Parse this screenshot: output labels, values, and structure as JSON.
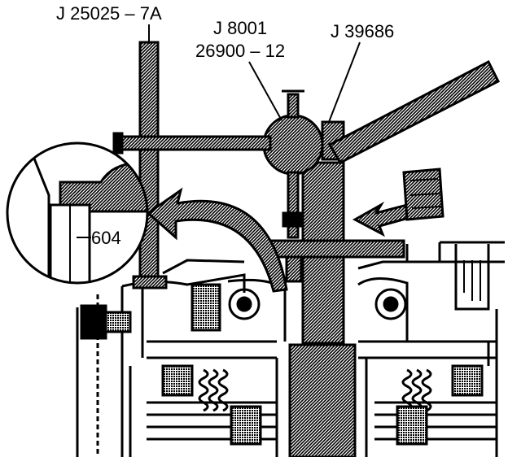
{
  "labels": {
    "tool_bar": "J 25025 – 7A",
    "tool_gauge_line1": "J 8001",
    "tool_gauge_line2": "26900 – 12",
    "tool_fixture": "J 39686",
    "part": "604"
  },
  "colors": {
    "ink": "#000000",
    "paper": "#ffffff",
    "hatch": "#000000"
  },
  "icons": {
    "callout_arrow": "curved-arrow-icon",
    "direction_arrow": "arrow-left-icon"
  }
}
